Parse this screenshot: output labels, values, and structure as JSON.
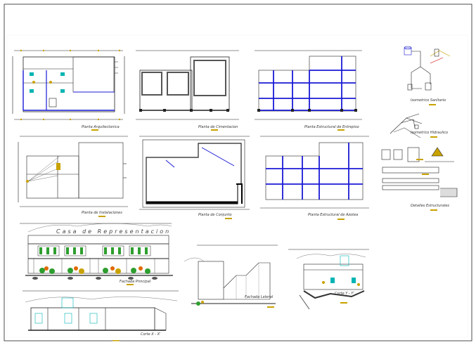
{
  "sheet": {
    "title": "Casa de Representacion"
  },
  "labels": {
    "planta_arquitectonica": "Planta Arquitectonica",
    "planta_cimentacion": "Planta de Cimentacion",
    "planta_estructural_entrepiso": "Planta Estructural de Entrepiso",
    "isometrico_sanitario": "Isometrico Sanitario",
    "isometrico_hidraulico": "Isometrico Hidraulico",
    "planta_instalaciones": "Planta de Instalaciones",
    "planta_conjunto": "Planta de Conjunto",
    "planta_estructural_azotea": "Planta Estructural de Azotea",
    "detalles_estructurales": "Detalles Estructurales",
    "fachada_principal": "Fachada Principal",
    "fachada_lateral": "Fachada Lateral",
    "corte_y": "Corte Y - Y'",
    "corte_x": "Corte X - X'"
  },
  "colors": {
    "line": "#222222",
    "wall_blue": "#1a1ad6",
    "accent_gold": "#c8a200",
    "accent_cyan": "#00b4b4",
    "plant_green": "#2e9e2e",
    "flower_orange": "#e06a00",
    "red": "#d00000"
  }
}
